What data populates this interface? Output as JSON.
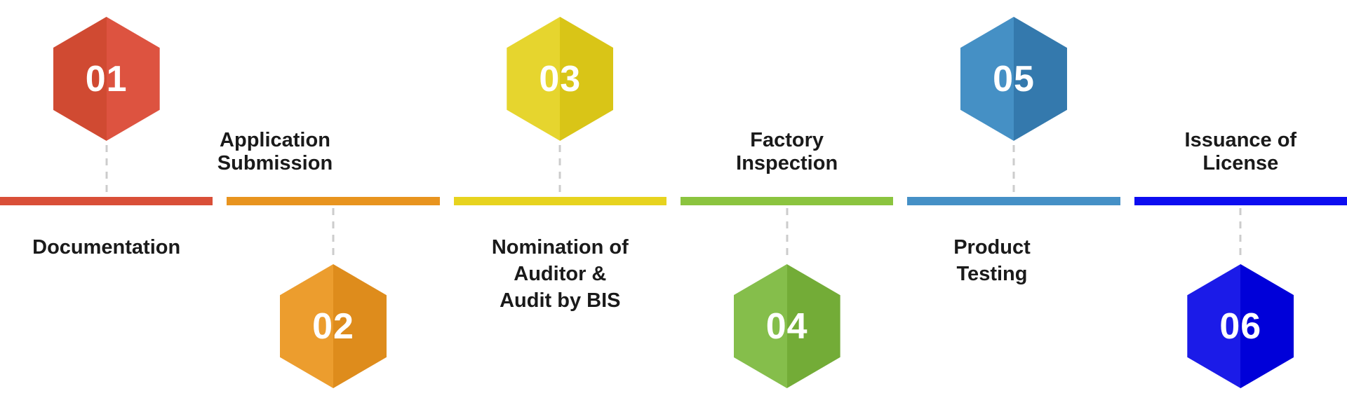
{
  "figure": {
    "background": "#ffffff",
    "connector_color": "#cccccc",
    "text_color": "#1a1a1a",
    "number_text_color": "#ffffff"
  },
  "steps": [
    {
      "number": "01",
      "label": "Documentation",
      "label_lines": [
        "Documentation"
      ],
      "hex_position": "above-bar",
      "label_position": "below-bar",
      "colors": {
        "hex_left": "#d04a32",
        "hex_right": "#dd5340",
        "bar": "#d94f38"
      }
    },
    {
      "number": "02",
      "label": "Application Submission",
      "label_lines": [
        "Application",
        "Submission"
      ],
      "hex_position": "below-bar",
      "label_position": "above-bar",
      "colors": {
        "hex_left": "#ec9d2e",
        "hex_right": "#de8c1c",
        "bar": "#e8941f"
      }
    },
    {
      "number": "03",
      "label": "Nomination of Auditor & Audit by BIS",
      "label_lines": [
        "Nomination of",
        "Auditor &",
        "Audit by BIS"
      ],
      "hex_position": "above-bar",
      "label_position": "below-bar",
      "colors": {
        "hex_left": "#e6d52e",
        "hex_right": "#d9c517",
        "bar": "#e7d31f"
      }
    },
    {
      "number": "04",
      "label": "Factory Inspection",
      "label_lines": [
        "Factory",
        "Inspection"
      ],
      "hex_position": "below-bar",
      "label_position": "above-bar",
      "colors": {
        "hex_left": "#85be4b",
        "hex_right": "#73ac37",
        "bar": "#8bc43f"
      }
    },
    {
      "number": "05",
      "label": "Product Testing",
      "label_lines": [
        "Product",
        "Testing"
      ],
      "hex_position": "above-bar",
      "label_position": "below-bar",
      "colors": {
        "hex_left": "#4590c5",
        "hex_right": "#3479ad",
        "bar": "#4590c6"
      }
    },
    {
      "number": "06",
      "label": "Issuance of License",
      "label_lines": [
        "Issuance of",
        "License"
      ],
      "hex_position": "below-bar",
      "label_position": "above-bar",
      "colors": {
        "hex_left": "#1b1be8",
        "hex_right": "#0000d9",
        "bar": "#0d0df0"
      }
    }
  ]
}
